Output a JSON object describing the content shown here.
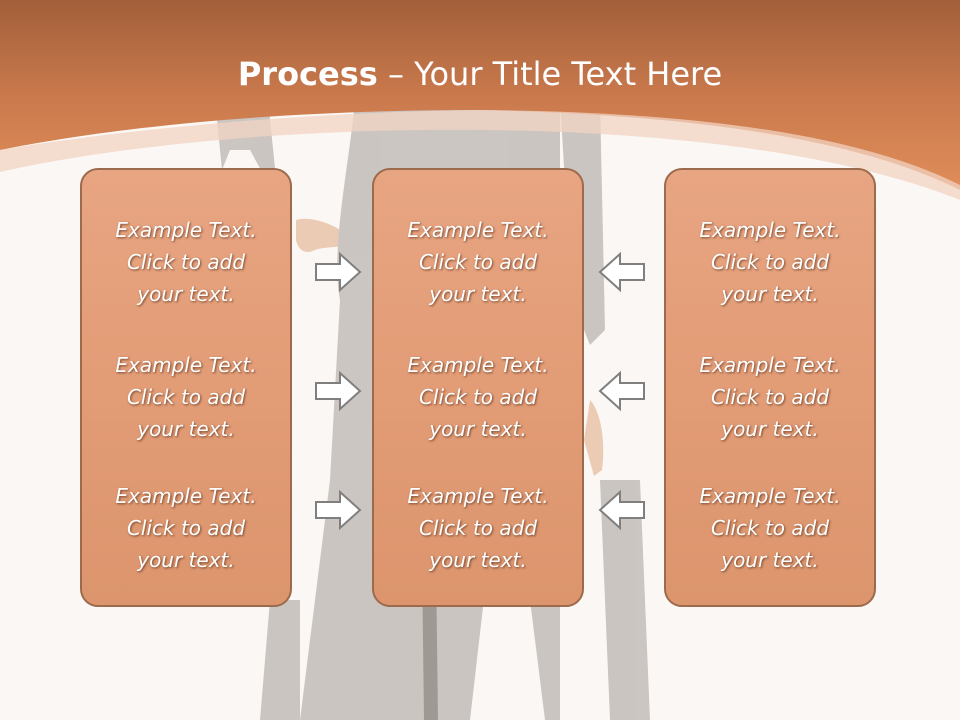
{
  "slide": {
    "title_bold": "Process",
    "title_rest": " – Your Title Text Here"
  },
  "colors": {
    "header_orange": "#d9895a",
    "panel_fill": "#e3a07a",
    "panel_border": "#9c6a4c",
    "background": "#fbf7f4",
    "arrow_fill": "#ffffff",
    "arrow_stroke": "#7f7f7f"
  },
  "panels": {
    "left": [
      {
        "line1": "Example Text.",
        "line2": "Click  to add",
        "line3": "your text."
      },
      {
        "line1": "Example Text.",
        "line2": "Click  to add",
        "line3": "your text."
      },
      {
        "line1": "Example Text.",
        "line2": "Click  to add",
        "line3": "your text."
      }
    ],
    "center": [
      {
        "line1": "Example Text.",
        "line2": "Click  to add",
        "line3": "your text."
      },
      {
        "line1": "Example Text.",
        "line2": "Click  to add",
        "line3": "your text."
      },
      {
        "line1": "Example Text.",
        "line2": "Click  to add",
        "line3": "your text."
      }
    ],
    "right": [
      {
        "line1": "Example Text.",
        "line2": "Click  to add",
        "line3": "your text."
      },
      {
        "line1": "Example Text.",
        "line2": "Click  to add",
        "line3": "your text."
      },
      {
        "line1": "Example Text.",
        "line2": "Click  to add",
        "line3": "your text."
      }
    ]
  },
  "icons": {
    "left_arrows": "arrow-right-icon",
    "right_arrows": "arrow-left-icon",
    "background": "silhouette-figure-image"
  }
}
